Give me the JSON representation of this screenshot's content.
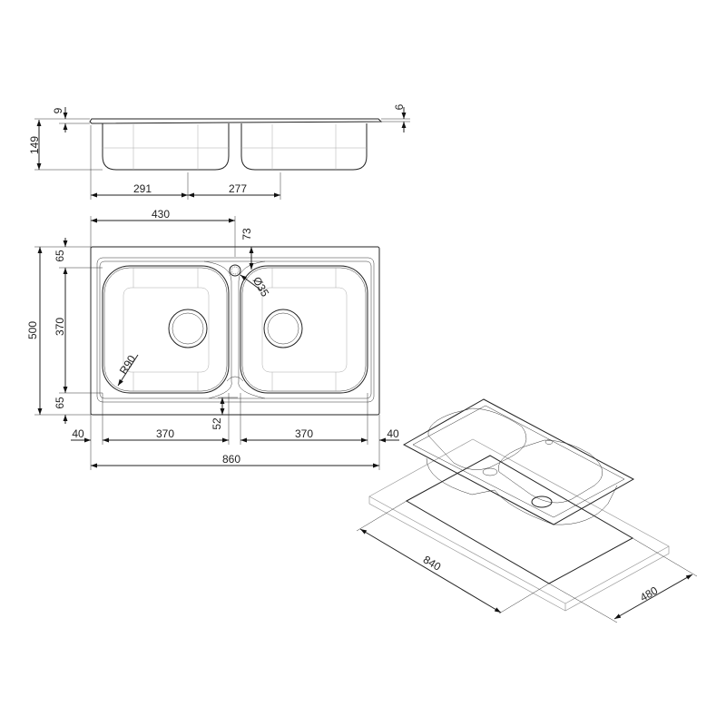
{
  "title": "Double bowl inset sink technical drawing",
  "side_view": {
    "flange_left": "9",
    "flange_right": "6",
    "depth": "149",
    "bowl_left_width": "291",
    "bowl_right_width": "277"
  },
  "plan_view": {
    "tap_offset": "430",
    "tap_from_edge": "73",
    "tap_hole": "Ø35",
    "overall_depth": "500",
    "margin_top": "65",
    "bowl_depth": "370",
    "margin_bottom": "65",
    "corner_radius": "R90",
    "divider_offset": "52",
    "margin_left": "40",
    "bowl_left": "370",
    "bowl_right": "370",
    "margin_right": "40",
    "overall_width": "860"
  },
  "cutout": {
    "width": "840",
    "depth": "480"
  }
}
